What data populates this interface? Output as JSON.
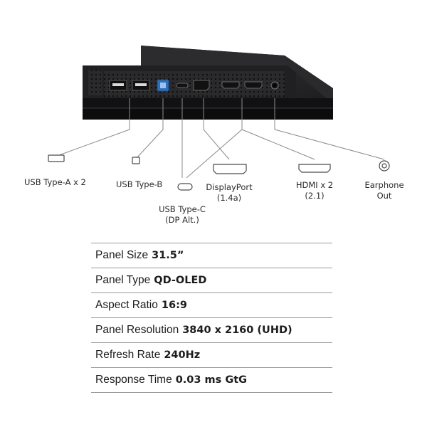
{
  "ports": [
    {
      "id": "usb-a",
      "lines": [
        "USB Type-A x 2"
      ],
      "icon": "usb-a-icon"
    },
    {
      "id": "usb-b",
      "lines": [
        "USB Type-B"
      ],
      "icon": "usb-b-icon"
    },
    {
      "id": "usb-c",
      "lines": [
        "USB Type-C",
        "(DP Alt.)"
      ],
      "icon": "usb-c-icon"
    },
    {
      "id": "displayport",
      "lines": [
        "DisplayPort",
        "(1.4a)"
      ],
      "icon": "displayport-icon"
    },
    {
      "id": "hdmi",
      "lines": [
        "HDMI x 2",
        "(2.1)"
      ],
      "icon": "hdmi-icon"
    },
    {
      "id": "earphone",
      "lines": [
        "Earphone",
        "Out"
      ],
      "icon": "earphone-jack-icon"
    }
  ],
  "specs": [
    {
      "label": "Panel Size",
      "value": "31.5”"
    },
    {
      "label": "Panel Type",
      "value": "QD-OLED"
    },
    {
      "label": "Aspect Ratio",
      "value": "16:9"
    },
    {
      "label": "Panel Resolution",
      "value": "3840 x 2160 (UHD)"
    },
    {
      "label": "Refresh Rate",
      "value": "240Hz"
    },
    {
      "label": "Response Time",
      "value": "0.03 ms GtG"
    }
  ],
  "colors": {
    "monitor_body": "#1b1b1d",
    "usb_b_port": "#2f6fb5",
    "lines": "#8a8a8a"
  }
}
